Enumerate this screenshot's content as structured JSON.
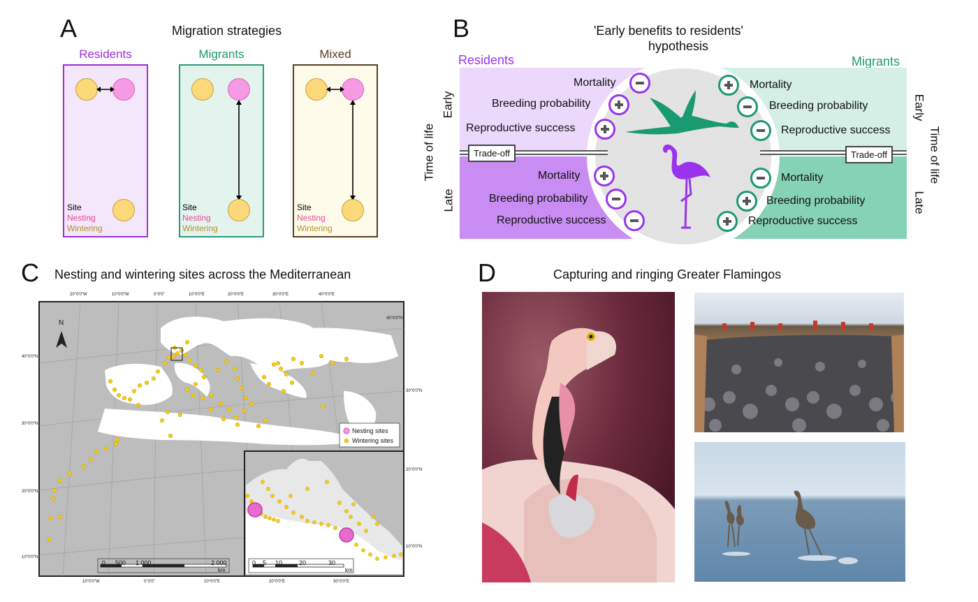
{
  "panelA": {
    "letter": "A",
    "title": "Migration strategies",
    "columns": [
      {
        "name": "Residents",
        "color": "#9b30d9",
        "bg": "#f4e6fb",
        "border": "#9b30d9"
      },
      {
        "name": "Migrants",
        "color": "#1a9a70",
        "bg": "#e3f4ee",
        "border": "#2a9a74"
      },
      {
        "name": "Mixed",
        "color": "#5a4020",
        "bg": "#fffbea",
        "border": "#5a4020"
      }
    ],
    "legend": {
      "site": "Site",
      "nesting": "Nesting",
      "wintering": "Wintering"
    }
  },
  "panelB": {
    "letter": "B",
    "title_line1": "'Early benefits to residents'",
    "title_line2": "hypothesis",
    "residents_label": "Residents",
    "migrants_label": "Migrants",
    "time_of_life": "Time of life",
    "early": "Early",
    "late": "Late",
    "tradeoff": "Trade-off",
    "residents_early": [
      {
        "label": "Mortality",
        "sign": "minus"
      },
      {
        "label": "Breeding probability",
        "sign": "plus"
      },
      {
        "label": "Reproductive success",
        "sign": "plus"
      }
    ],
    "residents_late": [
      {
        "label": "Mortality",
        "sign": "plus"
      },
      {
        "label": "Breeding probability",
        "sign": "minus"
      },
      {
        "label": "Reproductive success",
        "sign": "minus"
      }
    ],
    "migrants_early": [
      {
        "label": "Mortality",
        "sign": "plus"
      },
      {
        "label": "Breeding probability",
        "sign": "minus"
      },
      {
        "label": "Reproductive success",
        "sign": "minus"
      }
    ],
    "migrants_late": [
      {
        "label": "Mortality",
        "sign": "minus"
      },
      {
        "label": "Breeding probability",
        "sign": "plus"
      },
      {
        "label": "Reproductive success",
        "sign": "plus"
      }
    ],
    "colors": {
      "purple": "#9933ee",
      "green": "#1a9a70",
      "res_early_bg": "#ecd8fb",
      "res_late_bg": "#c98cf3",
      "mig_early_bg": "#d5efe6",
      "mig_late_bg": "#86d2b5"
    }
  },
  "panelC": {
    "letter": "C",
    "title": "Nesting and wintering sites across the Mediterranean",
    "lon_labels_top": [
      "20°0'0\"W",
      "10°0'0\"W",
      "0°0'0\"",
      "10°0'0\"E",
      "20°0'0\"E",
      "30°0'0\"E",
      "40°0'0\"E"
    ],
    "lon_labels_bottom": [
      "10°0'0\"W",
      "0°0'0\"",
      "10°0'0\"E"
    ],
    "lat_labels_left": [
      "40°0'0\"N",
      "30°0'0\"N",
      "20°0'0\"N",
      "10°0'0\"N"
    ],
    "lat_labels_right": [
      "40°0'0\"N",
      "30°0'0\"N",
      "20°0'0\"N",
      "10°0'0\"N"
    ],
    "inset_lon_labels": [
      "20°0'0\"E",
      "30°0'0\"E"
    ],
    "north": "N",
    "legend": {
      "nesting": "Nesting sites",
      "wintering": "Wintering sites"
    },
    "scale_main": [
      "0",
      "500",
      "1 000",
      "2 000"
    ],
    "scale_inset": [
      "0",
      "5",
      "10",
      "20",
      "30"
    ],
    "unit": "km"
  },
  "panelD": {
    "letter": "D",
    "title": "Capturing and ringing Greater Flamingos"
  }
}
